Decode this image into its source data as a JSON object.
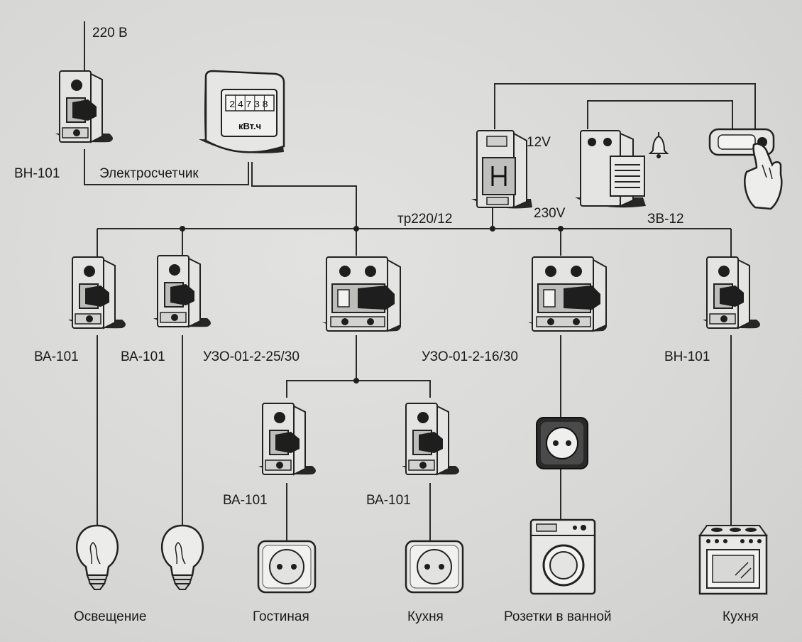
{
  "labels": {
    "supply": "220 В",
    "main_breaker": "ВН-101",
    "meter": "Электросчетчик",
    "meter_digits": "24738",
    "meter_unit": "кВт.ч",
    "transformer_voltage_low": "12V",
    "transformer": "тр220/12",
    "transformer_voltage_high": "230V",
    "bell": "ЗВ-12",
    "breaker_1": "ВА-101",
    "breaker_2": "ВА-101",
    "rcd_1": "УЗО-01-2-25/30",
    "rcd_2": "УЗО-01-2-16/30",
    "breaker_kitchen_main": "ВН-101",
    "breaker_living": "ВА-101",
    "breaker_kitchen": "ВА-101",
    "load_lighting": "Освещение",
    "load_living": "Гостиная",
    "load_kitchen_sockets": "Кухня",
    "load_bathroom": "Розетки в ванной",
    "load_kitchen_stove": "Кухня"
  },
  "colors": {
    "background": "#d9d9d7",
    "ink": "#1a1a1a",
    "device_body": "#e4e4e2"
  },
  "icons": [
    "circuit-breaker-icon",
    "electricity-meter-icon",
    "rcd-icon",
    "transformer-icon",
    "bell-icon",
    "doorbell-button-icon",
    "light-bulb-icon",
    "power-socket-icon",
    "washing-machine-icon",
    "stove-icon"
  ]
}
